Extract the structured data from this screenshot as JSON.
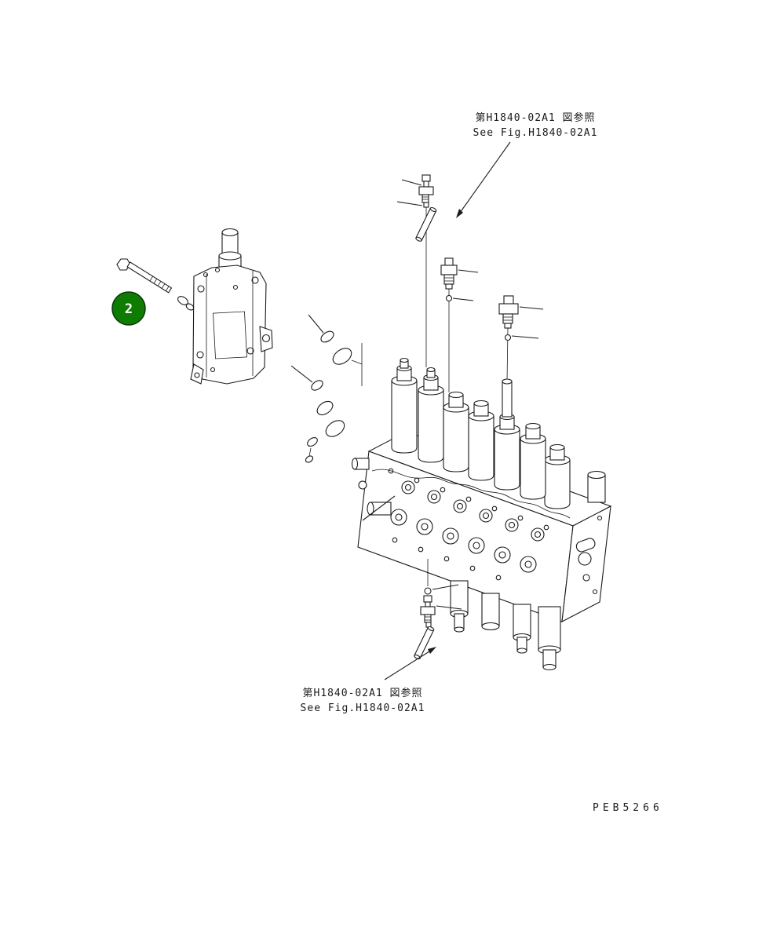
{
  "references": {
    "top": {
      "jp": "第H1840-02A1 図参照",
      "en": "See Fig.H1840-02A1"
    },
    "bottom": {
      "jp": "第H1840-02A1 図参照",
      "en": "See Fig.H1840-02A1"
    }
  },
  "callout": {
    "number": "2",
    "color": "#0d7c00"
  },
  "drawing_code": "PEB5266"
}
